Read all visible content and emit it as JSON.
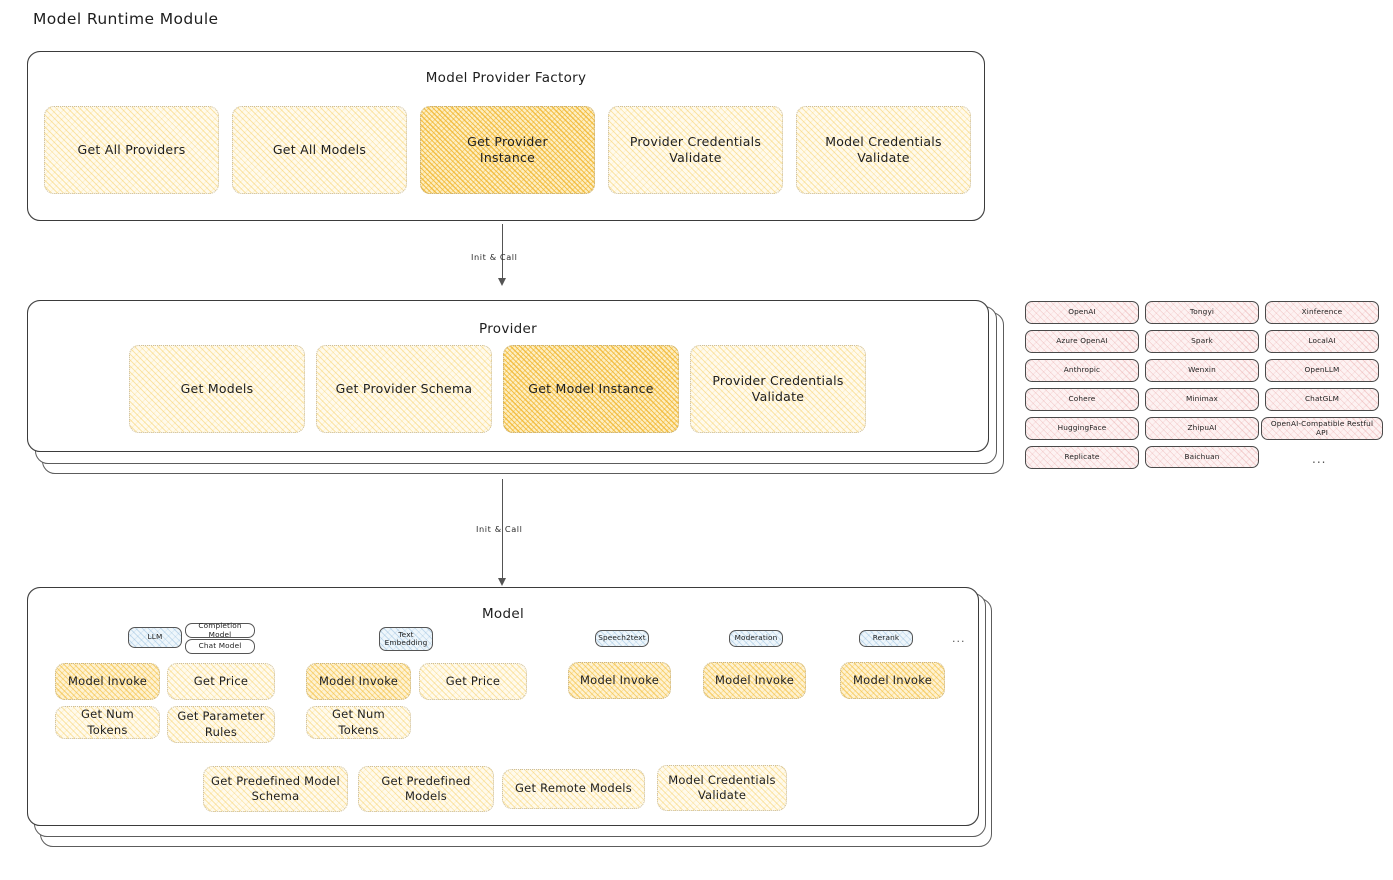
{
  "page": {
    "title": "Model Runtime Module"
  },
  "colors": {
    "highlight_fill": "#fdeec2",
    "light_fill": "#fffaec",
    "provider_chip_fill": "#fdf2f2",
    "type_chip_fill": "#eef6fb",
    "stroke": "#3b3b3b"
  },
  "factory": {
    "title": "Model Provider Factory",
    "nodes": [
      {
        "label": "Get All Providers",
        "highlighted": false
      },
      {
        "label": "Get All Models",
        "highlighted": false
      },
      {
        "label": "Get Provider\nInstance",
        "highlighted": true
      },
      {
        "label": "Provider Credentials\nValidate",
        "highlighted": false
      },
      {
        "label": "Model Credentials\nValidate",
        "highlighted": false
      }
    ]
  },
  "arrow_factory_to_provider": {
    "label": "Init & Call"
  },
  "provider": {
    "title": "Provider",
    "nodes": [
      {
        "label": "Get Models",
        "highlighted": false
      },
      {
        "label": "Get Provider Schema",
        "highlighted": false
      },
      {
        "label": "Get Model Instance",
        "highlighted": true
      },
      {
        "label": "Provider Credentials\nValidate",
        "highlighted": false
      }
    ]
  },
  "arrow_provider_to_model": {
    "label": "Init & Call"
  },
  "provider_list": {
    "columns": [
      [
        "OpenAI",
        "Azure OpenAI",
        "Anthropic",
        "Cohere",
        "HuggingFace",
        "Replicate"
      ],
      [
        "Tongyi",
        "Spark",
        "Wenxin",
        "Minimax",
        "ZhipuAI",
        "Baichuan"
      ],
      [
        "Xinference",
        "LocalAI",
        "OpenLLM",
        "ChatGLM",
        "OpenAI-Compatible Restful API"
      ]
    ],
    "more": "..."
  },
  "model": {
    "title": "Model",
    "more_types": "...",
    "types": [
      {
        "name": "LLM",
        "sub_chips": [
          "Completion Model",
          "Chat Model"
        ],
        "methods_row1": [
          {
            "label": "Model Invoke",
            "highlighted": true
          },
          {
            "label": "Get Price",
            "highlighted": false
          }
        ],
        "methods_row2": [
          {
            "label": "Get Num Tokens",
            "highlighted": false
          },
          {
            "label": "Get Parameter\nRules",
            "highlighted": false
          }
        ]
      },
      {
        "name": "Text\nEmbedding",
        "sub_chips": [],
        "methods_row1": [
          {
            "label": "Model Invoke",
            "highlighted": true
          },
          {
            "label": "Get Price",
            "highlighted": false
          }
        ],
        "methods_row2": [
          {
            "label": "Get Num Tokens",
            "highlighted": false
          }
        ]
      },
      {
        "name": "Speech2text",
        "sub_chips": [],
        "methods_row1": [
          {
            "label": "Model Invoke",
            "highlighted": true
          }
        ],
        "methods_row2": []
      },
      {
        "name": "Moderation",
        "sub_chips": [],
        "methods_row1": [
          {
            "label": "Model Invoke",
            "highlighted": true
          }
        ],
        "methods_row2": []
      },
      {
        "name": "Rerank",
        "sub_chips": [],
        "methods_row1": [
          {
            "label": "Model Invoke",
            "highlighted": true
          }
        ],
        "methods_row2": []
      }
    ],
    "shared_methods": [
      {
        "label": "Get Predefined Model\nSchema"
      },
      {
        "label": "Get Predefined\nModels"
      },
      {
        "label": "Get Remote Models"
      },
      {
        "label": "Model Credentials\nValidate"
      }
    ]
  }
}
